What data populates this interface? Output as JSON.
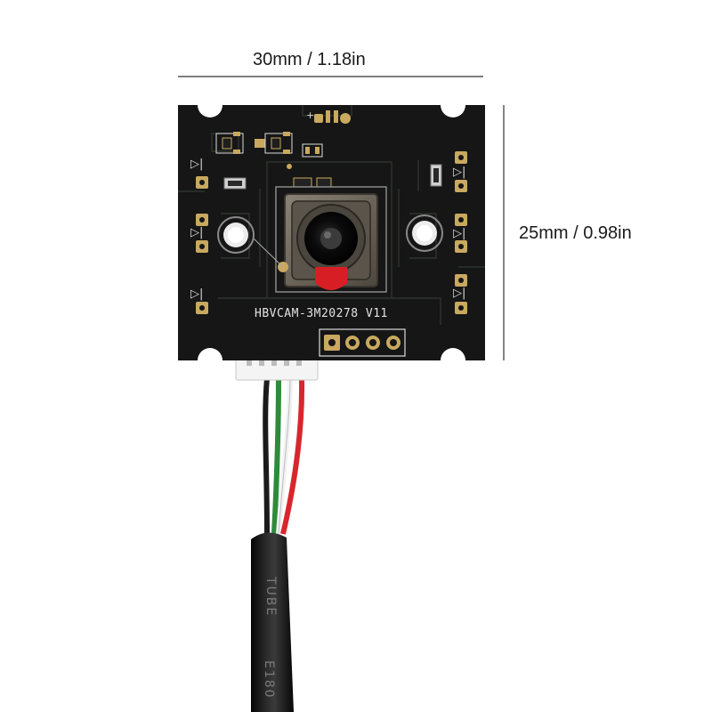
{
  "dimensions": {
    "width_label": "30mm / 1.18in",
    "height_label": "25mm / 0.98in"
  },
  "board": {
    "model_text": "HBVCAM-3M20278  V11",
    "pcb_color": "#151615",
    "pad_color": "#c9a860",
    "lens_tab_color": "#d81e25"
  },
  "cable": {
    "jacket_print_1": "TUBE",
    "jacket_print_2": "E180",
    "wire_colors": [
      "#1b1b1b",
      "#2e8b3a",
      "#f2f2f2",
      "#d8262c"
    ]
  }
}
